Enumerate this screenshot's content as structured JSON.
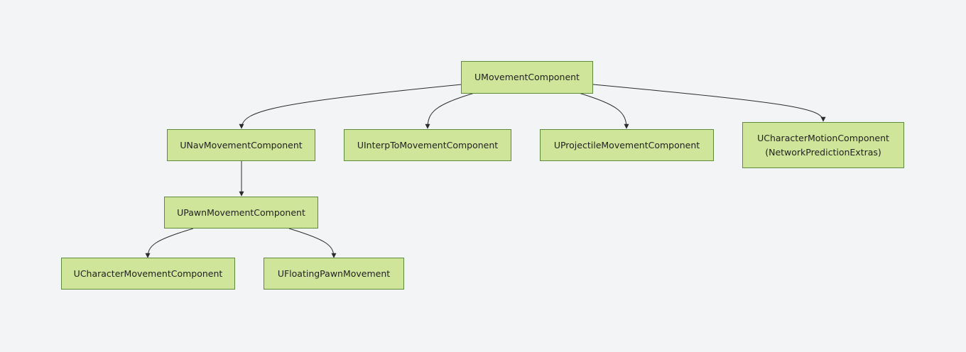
{
  "diagram": {
    "nodes": [
      {
        "id": "umovement",
        "lines": [
          "UMovementComponent"
        ]
      },
      {
        "id": "unav",
        "lines": [
          "UNavMovementComponent"
        ]
      },
      {
        "id": "uinterp",
        "lines": [
          "UInterpToMovementComponent"
        ]
      },
      {
        "id": "uprojectile",
        "lines": [
          "UProjectileMovementComponent"
        ]
      },
      {
        "id": "ucharmotion",
        "lines": [
          "UCharacterMotionComponent",
          "(NetworkPredictionExtras)"
        ]
      },
      {
        "id": "upawn",
        "lines": [
          "UPawnMovementComponent"
        ]
      },
      {
        "id": "ucharmove",
        "lines": [
          "UCharacterMovementComponent"
        ]
      },
      {
        "id": "ufloating",
        "lines": [
          "UFloatingPawnMovement"
        ]
      }
    ],
    "edges": [
      {
        "from": "umovement",
        "to": "unav"
      },
      {
        "from": "umovement",
        "to": "uinterp"
      },
      {
        "from": "umovement",
        "to": "uprojectile"
      },
      {
        "from": "umovement",
        "to": "ucharmotion"
      },
      {
        "from": "unav",
        "to": "upawn"
      },
      {
        "from": "upawn",
        "to": "ucharmove"
      },
      {
        "from": "upawn",
        "to": "ufloating"
      }
    ]
  }
}
